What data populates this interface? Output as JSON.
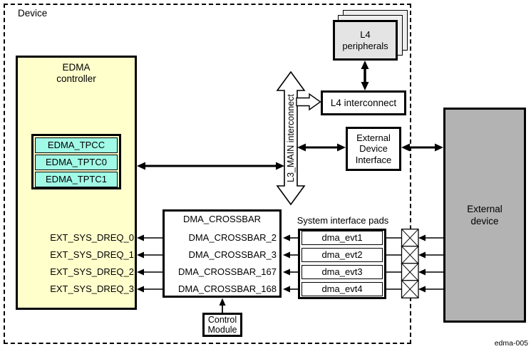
{
  "device_label": "Device",
  "figure_label": "edma-005",
  "colors": {
    "edma_fill": "#FFFFCC",
    "tp_block_fill": "#A0FAE6",
    "external_device_fill": "#B3B3B3",
    "peripheral_stack_fill": "#E4E4E4",
    "line": "#000000"
  },
  "edma_controller": {
    "title": "EDMA\ncontroller",
    "tp_blocks": [
      "EDMA_TPCC",
      "EDMA_TPTC0",
      "EDMA_TPTC1"
    ],
    "dreq_ports": [
      "EXT_SYS_DREQ_0",
      "EXT_SYS_DREQ_1",
      "EXT_SYS_DREQ_2",
      "EXT_SYS_DREQ_3"
    ]
  },
  "dma_crossbar": {
    "title": "DMA_CROSSBAR",
    "rows": [
      "DMA_CROSSBAR_2",
      "DMA_CROSSBAR_3",
      "DMA_CROSSBAR_167",
      "DMA_CROSSBAR_168"
    ]
  },
  "control_module": {
    "label": "Control\nModule"
  },
  "l3_main_interconnect": {
    "label": "L3_MAIN interconnect"
  },
  "l4_interconnect": {
    "label": "L4 interconnect"
  },
  "l4_peripherals": {
    "label": "L4\nperipherals"
  },
  "external_device_interface": {
    "label": "External\nDevice\nInterface"
  },
  "external_device": {
    "label": "External\ndevice"
  },
  "system_interface_pads": {
    "title": "System interface pads",
    "pads": [
      "dma_evt1",
      "dma_evt2",
      "dma_evt3",
      "dma_evt4"
    ]
  }
}
